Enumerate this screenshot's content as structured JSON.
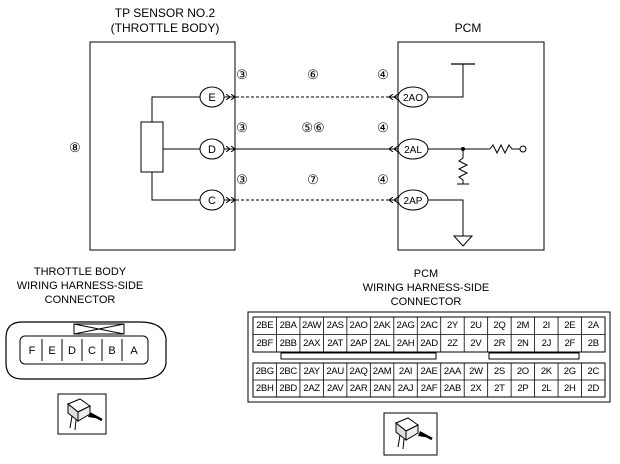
{
  "sensor": {
    "title_line1": "TP SENSOR NO.2",
    "title_line2": "(THROTTLE BODY)",
    "pins": [
      "E",
      "D",
      "C"
    ],
    "box_ref": "⑧"
  },
  "pcm": {
    "title": "PCM",
    "terminals": [
      "2AO",
      "2AL",
      "2AP"
    ]
  },
  "wires": [
    {
      "left_ref": "③",
      "mid_ref": "⑥",
      "right_ref": "④"
    },
    {
      "left_ref": "③",
      "mid_ref": "⑤⑥",
      "right_ref": "④"
    },
    {
      "left_ref": "③",
      "mid_ref": "⑦",
      "right_ref": "④"
    }
  ],
  "tb_connector": {
    "title_lines": [
      "THROTTLE BODY",
      "WIRING HARNESS-SIDE",
      "CONNECTOR"
    ],
    "pins": [
      "F",
      "E",
      "D",
      "C",
      "B",
      "A"
    ]
  },
  "pcm_connector": {
    "title_lines": [
      "PCM",
      "WIRING HARNESS-SIDE",
      "CONNECTOR"
    ],
    "upper_rows": [
      [
        "2BE",
        "2BA",
        "2AW",
        "2AS",
        "2AO",
        "2AK",
        "2AG",
        "2AC",
        "2Y",
        "2U",
        "2Q",
        "2M",
        "2I",
        "2E",
        "2A"
      ],
      [
        "2BF",
        "2BB",
        "2AX",
        "2AT",
        "2AP",
        "2AL",
        "2AH",
        "2AD",
        "2Z",
        "2V",
        "2R",
        "2N",
        "2J",
        "2F",
        "2B"
      ]
    ],
    "lower_rows": [
      [
        "2BG",
        "2BC",
        "2AY",
        "2AU",
        "2AQ",
        "2AM",
        "2AI",
        "2AE",
        "2AA",
        "2W",
        "2S",
        "2O",
        "2K",
        "2G",
        "2C"
      ],
      [
        "2BH",
        "2BD",
        "2AZ",
        "2AV",
        "2AR",
        "2AN",
        "2AJ",
        "2AF",
        "2AB",
        "2X",
        "2T",
        "2P",
        "2L",
        "2H",
        "2D"
      ]
    ]
  }
}
